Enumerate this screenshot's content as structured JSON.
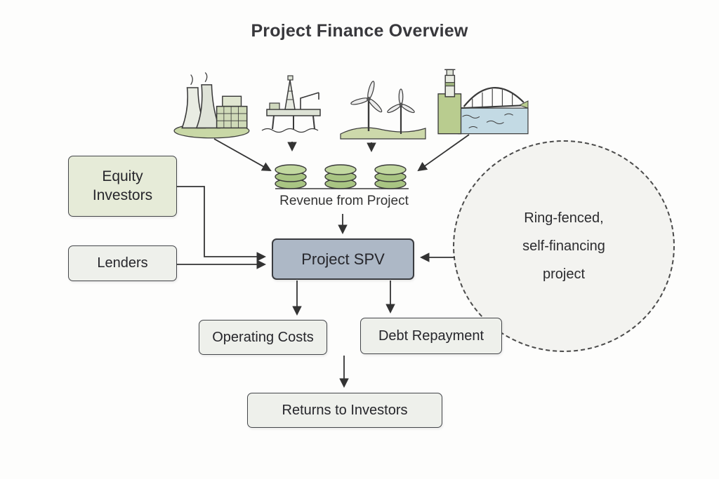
{
  "title": "Project Finance Overview",
  "diagram": {
    "revenue_label": "Revenue from Project",
    "nodes": {
      "equity_investors": "Equity Investors",
      "lenders": "Lenders",
      "project_spv": "Project SPV",
      "operating_costs": "Operating Costs",
      "debt_repayment": "Debt Repayment",
      "returns_to_investors": "Returns to Investors"
    },
    "annotation": {
      "line1": "Ring-fenced,",
      "line2": "self-financing",
      "line3": "project"
    },
    "icons": [
      {
        "name": "power-plant-icon",
        "meaning": "thermal power plant"
      },
      {
        "name": "oil-platform-icon",
        "meaning": "offshore oil platform"
      },
      {
        "name": "wind-turbines-icon",
        "meaning": "wind turbines"
      },
      {
        "name": "hydro-dam-icon",
        "meaning": "lighthouse and bridge over water"
      },
      {
        "name": "revenue-coins-icon",
        "meaning": "stacks of coins"
      }
    ],
    "colors": {
      "outline": "#3a3a3a",
      "equity_fill": "#e6ebd8",
      "node_fill": "#eef0eb",
      "spv_fill": "#adb8c6",
      "coin_fill": "#a9c583",
      "circle_fill": "#f3f3f0"
    }
  }
}
